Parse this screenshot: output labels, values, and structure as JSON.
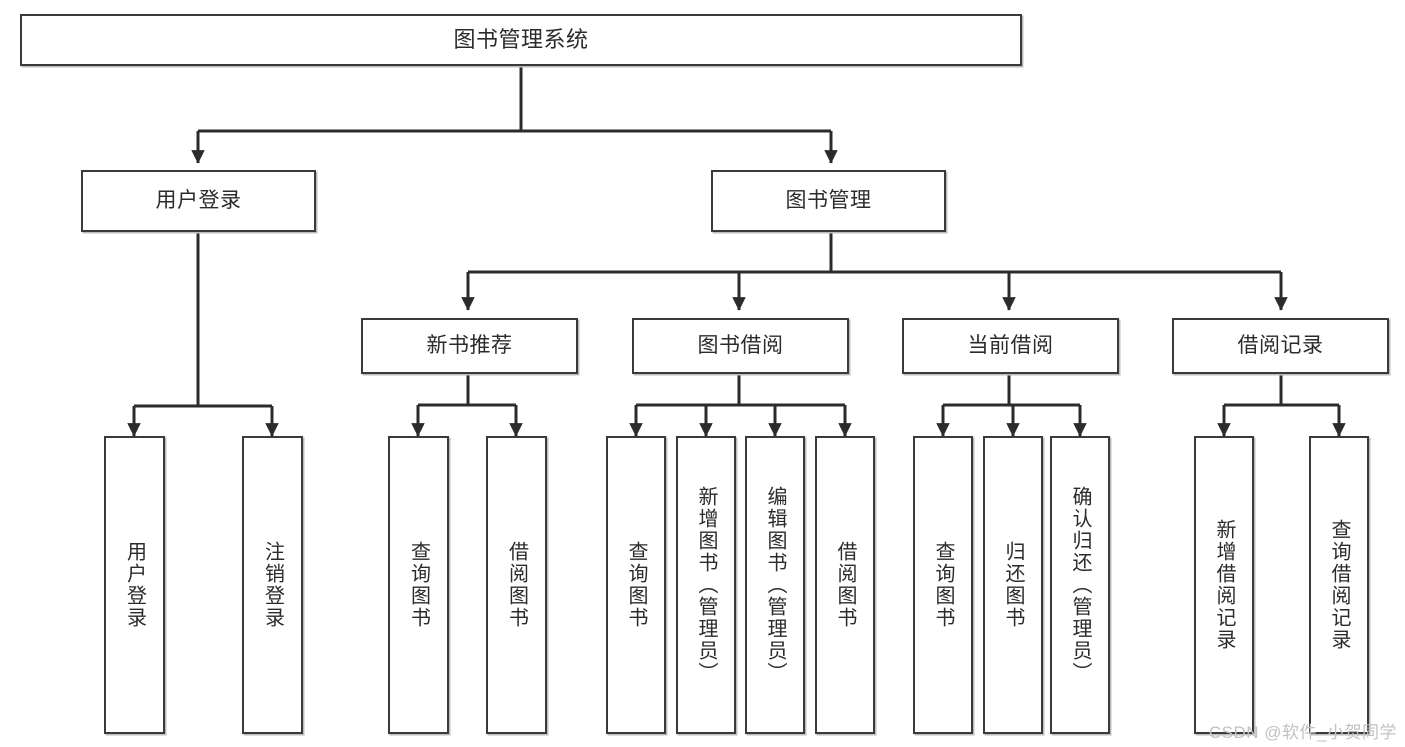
{
  "diagram": {
    "title": "图书管理系统",
    "type": "功能结构图",
    "watermark": "CSDN @软件_小贺同学",
    "colors": {
      "box_border": "#3a3a3a",
      "box_fill": "#ffffff",
      "connector": "#2b2b2b",
      "text": "#2b2b2b",
      "watermark": "#c2c2c2",
      "background": "#ffffff"
    },
    "root": {
      "label": "图书管理系统"
    },
    "level1": [
      {
        "label": "用户登录"
      },
      {
        "label": "图书管理"
      }
    ],
    "level2": [
      {
        "label": "新书推荐"
      },
      {
        "label": "图书借阅"
      },
      {
        "label": "当前借阅"
      },
      {
        "label": "借阅记录"
      }
    ],
    "leaves": {
      "user_login": [
        {
          "label": "用户登录"
        },
        {
          "label": "注销登录"
        }
      ],
      "new_book_recommend": [
        {
          "label": "查询图书"
        },
        {
          "label": "借阅图书"
        }
      ],
      "book_borrow": [
        {
          "label": "查询图书"
        },
        {
          "label": "新增图书（管理员）"
        },
        {
          "label": "编辑图书（管理员）"
        },
        {
          "label": "借阅图书"
        }
      ],
      "current_borrow": [
        {
          "label": "查询图书"
        },
        {
          "label": "归还图书"
        },
        {
          "label": "确认归还（管理员）"
        }
      ],
      "borrow_record": [
        {
          "label": "新增借阅记录"
        },
        {
          "label": "查询借阅记录"
        }
      ]
    }
  }
}
